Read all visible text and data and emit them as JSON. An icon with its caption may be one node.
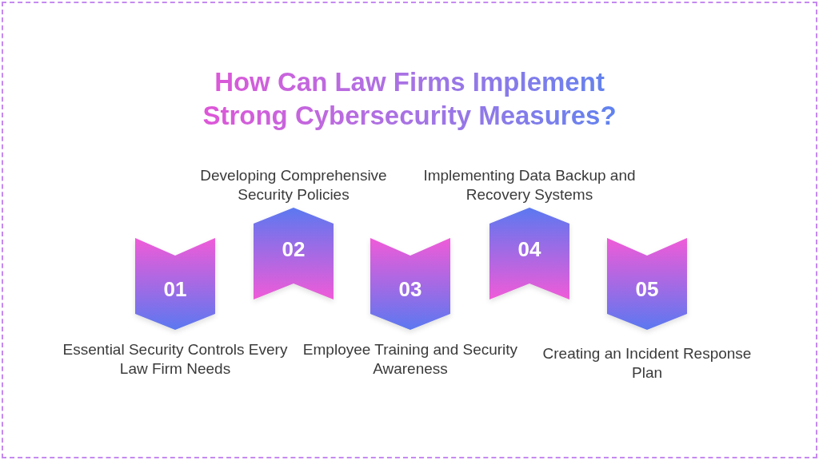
{
  "diagram": {
    "title": "How Can Law Firms Implement Strong Cybersecurity Measures?",
    "nodes": [
      {
        "text": [
          "01"
        ],
        "beside": [
          "Essential Security Controls Every Law Firm Needs"
        ]
      },
      {
        "text": [
          "02"
        ],
        "beside": [
          "Developing Comprehensive Security Policies"
        ]
      },
      {
        "text": [
          "03"
        ],
        "beside": [
          "Employee Training and Security Awareness"
        ]
      },
      {
        "text": [
          "04"
        ],
        "beside": [
          "Implementing Data Backup and Recovery Systems"
        ]
      },
      {
        "text": [
          "05"
        ],
        "beside": [
          "Creating an Incident Response Plan"
        ]
      }
    ]
  }
}
